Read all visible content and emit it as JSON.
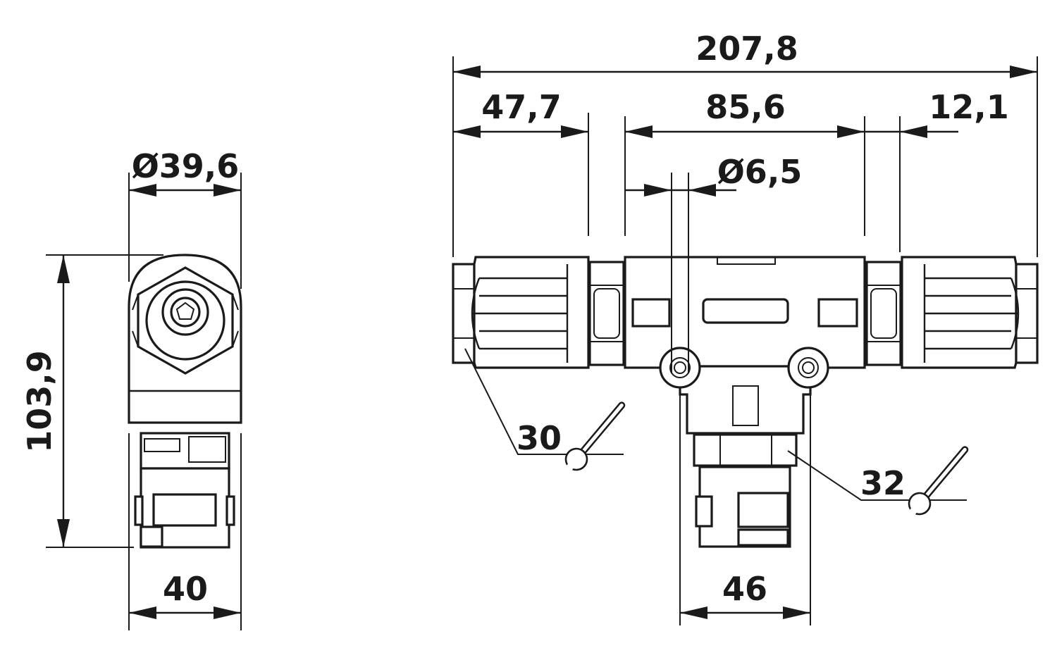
{
  "dimensions": {
    "side_diameter": "Ø39,6",
    "side_height": "103,9",
    "side_width": "40",
    "overall_length": "207,8",
    "left_segment": "47,7",
    "center_segment": "85,6",
    "right_segment": "12,1",
    "hole_diameter": "Ø6,5",
    "bottom_width": "46",
    "wrench_left": "30",
    "wrench_right": "32"
  },
  "icons": [
    "wrench-icon",
    "wrench-icon"
  ],
  "colors": {
    "line": "#1a1a1a",
    "background": "#ffffff"
  }
}
